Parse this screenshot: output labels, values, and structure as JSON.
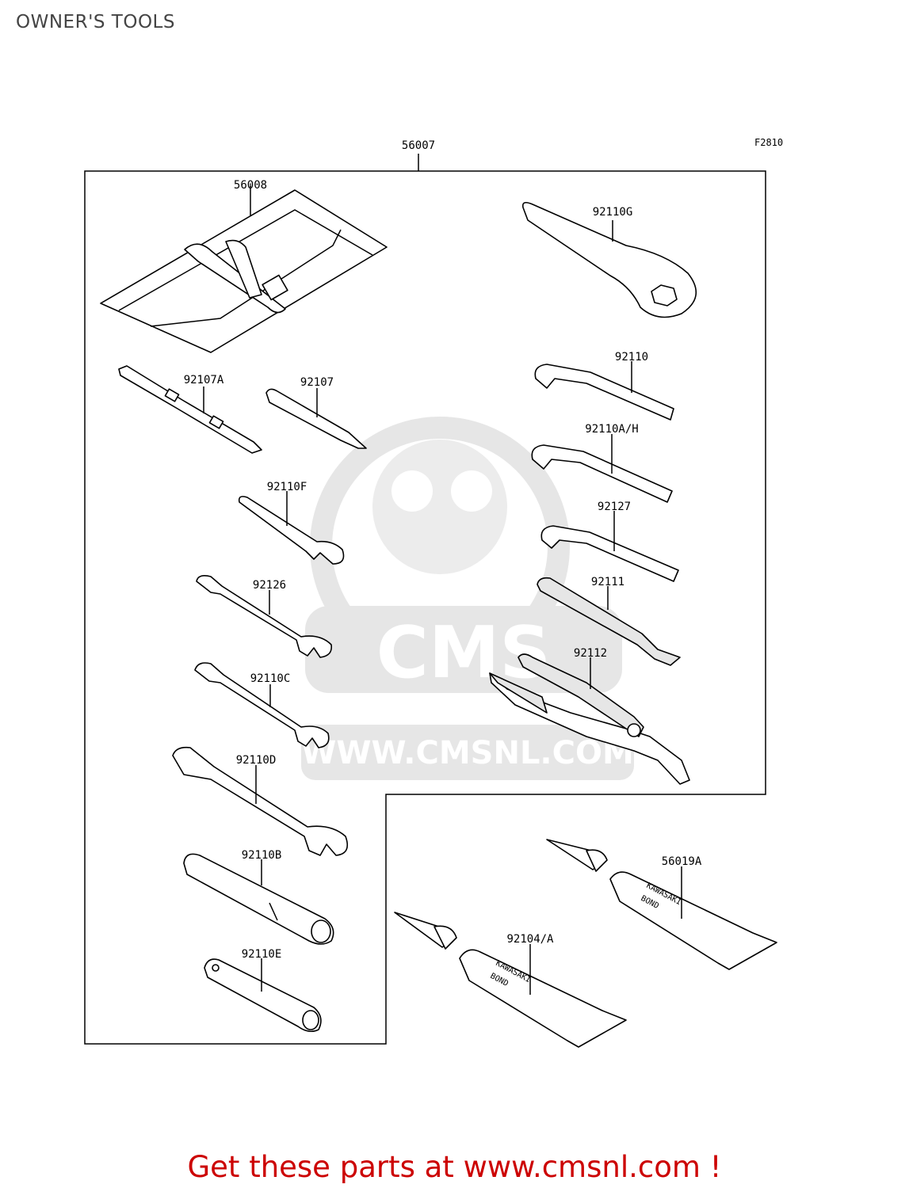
{
  "page": {
    "title": "OWNER'S TOOLS"
  },
  "diagram": {
    "figure_code": "F2810",
    "labels": {
      "kit": "56007",
      "tool_bag": "56008",
      "ring_wrench": "92110G",
      "screwdriver_grip": "92107A",
      "screwdriver": "92107",
      "hex_wrench": "92110",
      "hex_wrench_ah": "92110A/H",
      "wrench_f": "92110F",
      "hex_wrench_92127": "92127",
      "wrench_92126": "92126",
      "extension_bar": "92111",
      "pliers": "92112",
      "wrench_c": "92110C",
      "wrench_d": "92110D",
      "box_wrench_b": "92110B",
      "box_wrench_e": "92110E",
      "bond_upper": "56019A",
      "bond_lower": "92104/A"
    },
    "tube_print": {
      "line1": "KAWASAKI",
      "line2": "BOND"
    }
  },
  "watermark": {
    "text": "WWW.CMSNL.COM",
    "logo": "CMS"
  },
  "footer": {
    "link_text": "Get these parts at www.cmsnl.com !"
  },
  "colors": {
    "footer_link": "#cc0000",
    "title": "#444444",
    "watermark": "#e3e3e3"
  }
}
